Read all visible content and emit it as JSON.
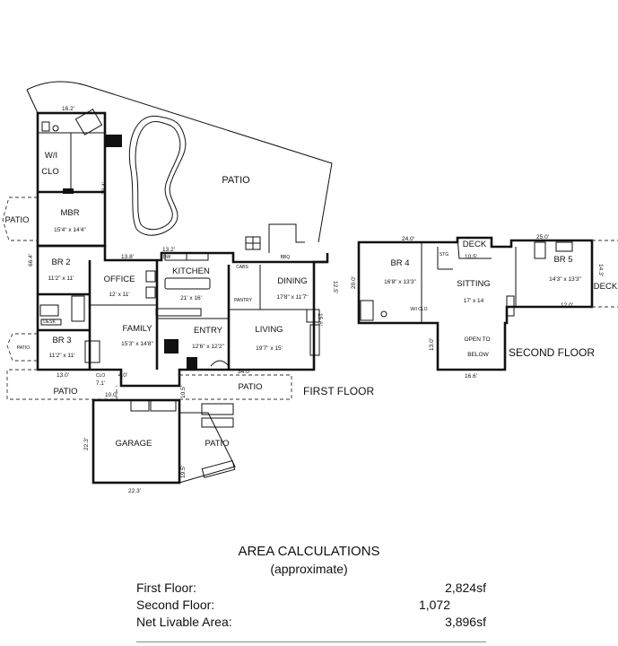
{
  "first_floor": {
    "title": "FIRST FLOOR",
    "rooms": {
      "wi_clo": "W/I",
      "clo": "CLO",
      "mbr": "MBR",
      "mbr_dim": "15'4\" x 14'4\"",
      "patio_left": "PATIO",
      "patio_pool": "PATIO",
      "patio_bottom_left": "PATIO",
      "patio_bottom_mid": "PATIO",
      "patio_br3": "PATIO",
      "patio_garage": "PATIO",
      "br2": "BR 2",
      "br2_dim": "11'2\" x 11'",
      "br3": "BR 3",
      "br3_dim": "11'2\" x 11'",
      "office": "OFFICE",
      "office_dim": "12' x 11'",
      "kitchen": "KITCHEN",
      "kitchen_dim": "21' x 16'",
      "dining": "DINING",
      "dining_dim": "17'8\" x 11'7\"",
      "family": "FAMILY",
      "family_dim": "15'3\" x 14'8\"",
      "entry": "ENTRY",
      "entry_dim": "12'6\" x 12'2\"",
      "living": "LIVING",
      "living_dim": "19'7\" x 15'",
      "garage": "GARAGE",
      "cabs": "CABS",
      "pantry": "PANTRY",
      "clo2": "CLO",
      "desk": "DESK",
      "bbq": "BBQ",
      "dw": "DW"
    },
    "dims": {
      "top": "16.2'",
      "mbr_side": "38.4'",
      "left": "66.4'",
      "off_top": "13.8'",
      "kit_top": "13.2'",
      "right": "12.5'",
      "dining_side": "15.6'",
      "bottom_left": "13.0'",
      "clo_w": "4.0'",
      "seven": "7.1'",
      "ten": "10.0'",
      "entry_side": "10.5'",
      "bottom": "34.0'",
      "garage_side": "22.3'",
      "garage_bottom": "22.3'",
      "patio_side": "19.5'"
    }
  },
  "second_floor": {
    "title": "SECOND FLOOR",
    "rooms": {
      "br4": "BR 4",
      "br4_dim": "16'8\" x 13'3\"",
      "sitting": "SITTING",
      "sitting_dim": "17' x 14",
      "br5": "BR 5",
      "br5_dim": "14'3\" x 13'3\"",
      "deck_top": "DECK",
      "deck_right": "DECK",
      "wi_clo": "W/I CLO",
      "open_line1": "OPEN TO",
      "open_line2": "BELOW",
      "stg": "STG"
    },
    "dims": {
      "top_left": "24.0'",
      "top_right": "25.0'",
      "left": "20.0'",
      "deck": "10.5'",
      "right": "14.3'",
      "bottom_right": "12.0'",
      "open_side": "13.0'",
      "open_bottom": "16.6'"
    }
  },
  "area": {
    "title": "AREA CALCULATIONS",
    "subtitle": "(approximate)",
    "rows": [
      {
        "label": "First  Floor:",
        "value": "2,824sf"
      },
      {
        "label": "Second Floor:",
        "value": "1,072"
      },
      {
        "label": "Net Livable Area:",
        "value": "3,896sf"
      }
    ]
  }
}
